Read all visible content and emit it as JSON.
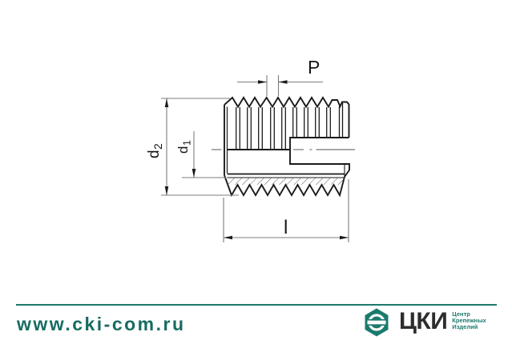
{
  "drawing": {
    "title": "self-tapping threaded insert section drawing",
    "labels": {
      "pitch": "P",
      "outer_diameter_base": "d",
      "outer_diameter_sub": "2",
      "inner_diameter_base": "d",
      "inner_diameter_sub": "1",
      "length": "l"
    },
    "line_color": "#1a1a1a",
    "dimension_line_color": "#7d7d7d"
  },
  "footer": {
    "website": "www.cki-com.ru",
    "accent_color": "#1b7a6e",
    "logo": {
      "abbr": "ЦКИ",
      "tagline_line1": "Центр",
      "tagline_line2": "Крепежных",
      "tagline_line3": "Изделий"
    }
  }
}
